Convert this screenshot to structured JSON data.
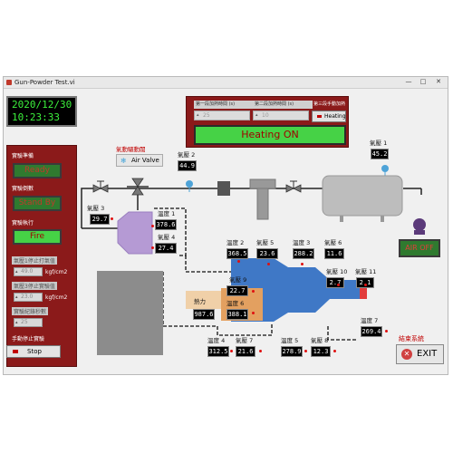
{
  "window": {
    "title": "Gun-Powder Test.vi",
    "minimize": "—",
    "maximize": "□",
    "close": "✕"
  },
  "clock": {
    "date": "2020/12/30",
    "time": "10:23:33"
  },
  "left_panel": {
    "prep_label": "實驗準備",
    "ready": "Ready",
    "countdown_label": "實驗倒數",
    "standby": "Stand By",
    "exec_label": "實驗執行",
    "fire": "Fire",
    "p1_label": "氣壓1停止打氣值",
    "p1_value": "49.0",
    "p1_unit": "kgf/cm2",
    "p3_label": "氣壓3停止實驗值",
    "p3_value": "23.0",
    "p3_unit": "kgf/cm2",
    "record_label": "實驗紀錄秒數",
    "record_value": "25",
    "manual_stop_label": "手動停止實驗",
    "stop": "Stop"
  },
  "heating": {
    "stage1_label": "第一段加熱時間 (s)",
    "stage1_value": "25",
    "stage2_label": "第二段加熱時間 (s)",
    "stage2_value": "10",
    "stage3_label": "第三段手動加熱",
    "stage3_button": "Heating",
    "status": "Heating ON"
  },
  "air_valve": {
    "title": "氣動驅動閥",
    "label": "Air Valve"
  },
  "air_off": "AIR OFF",
  "exit": {
    "label": "結束系統",
    "button": "EXIT"
  },
  "heating_power_label": "熱力",
  "readouts": [
    {
      "id": "pressure-1",
      "label": "氣壓 1",
      "value": "45.2"
    },
    {
      "id": "pressure-2",
      "label": "氣壓 2",
      "value": "44.9"
    },
    {
      "id": "pressure-3",
      "label": "氣壓 3",
      "value": "29.7"
    },
    {
      "id": "temp-1",
      "label": "溫度 1",
      "value": "378.6"
    },
    {
      "id": "pressure-4",
      "label": "氣壓 4",
      "value": "27.4"
    },
    {
      "id": "temp-2",
      "label": "溫度 2",
      "value": "368.5"
    },
    {
      "id": "pressure-5",
      "label": "氣壓 5",
      "value": "23.6"
    },
    {
      "id": "temp-3",
      "label": "溫度 3",
      "value": "288.2"
    },
    {
      "id": "pressure-6",
      "label": "氣壓 6",
      "value": "11.6"
    },
    {
      "id": "pressure-9",
      "label": "氣壓 9",
      "value": "22.7"
    },
    {
      "id": "temp-6",
      "label": "溫度 6",
      "value": "388.1"
    },
    {
      "id": "heat-power",
      "label": "熱力",
      "value": "987.6"
    },
    {
      "id": "pressure-10",
      "label": "氣壓 10",
      "value": "2.7"
    },
    {
      "id": "pressure-11",
      "label": "氣壓 11",
      "value": "2.1"
    },
    {
      "id": "temp-7",
      "label": "溫度 7",
      "value": "269.4"
    },
    {
      "id": "temp-4",
      "label": "溫度 4",
      "value": "312.5"
    },
    {
      "id": "pressure-7",
      "label": "氣壓 7",
      "value": "21.6"
    },
    {
      "id": "temp-5",
      "label": "溫度 5",
      "value": "278.9"
    },
    {
      "id": "pressure-8",
      "label": "氣壓 8",
      "value": "12.3"
    }
  ]
}
